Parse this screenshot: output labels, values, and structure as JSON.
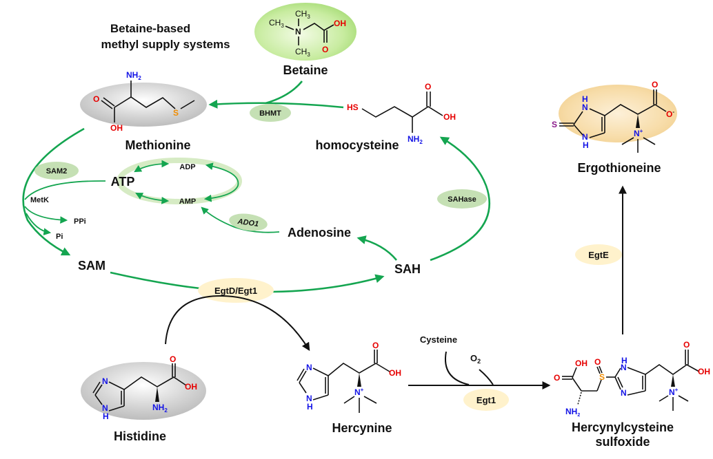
{
  "title": {
    "line1": "Betaine-based",
    "line2": "methyl  supply systems"
  },
  "compounds": {
    "betaine": "Betaine",
    "methionine": "Methionine",
    "homocysteine": "homocysteine",
    "sam": "SAM",
    "sah": "SAH",
    "adenosine": "Adenosine",
    "atp": "ATP",
    "adp": "ADP",
    "amp": "AMP",
    "ppi": "PPi",
    "pi": "Pi",
    "histidine": "Histidine",
    "hercynine": "Hercynine",
    "cysteine": "Cysteine",
    "o2": "O",
    "o2_sub": "2",
    "hercynylcysteine_line1": "Hercynylcysteine",
    "hercynylcysteine_line2": "sulfoxide",
    "ergothioneine": "Ergothioneine"
  },
  "enzymes": {
    "bhmt": "BHMT",
    "sam2": "SAM2",
    "metk": "MetK",
    "ado1": "ADO1",
    "sahase": "SAHase",
    "egtd_egt1": "EgtD/Egt1",
    "egt1": "Egt1",
    "egte": "EgtE"
  },
  "atoms": {
    "nh2": "NH",
    "sub2": "2",
    "oh": "OH",
    "o": "O",
    "s": "S",
    "hs": "HS",
    "n": "N",
    "h": "H",
    "ch3": "CH",
    "sub3": "3",
    "plus": "+",
    "minus": "-"
  },
  "colors": {
    "pathway_green": "#14a550",
    "enzyme_green_fill": "#c5e0b4",
    "enzyme_yellow_fill": "#fff2cc",
    "nitrogen": "#1414e6",
    "oxygen": "#e60000",
    "sulfur": "#f08c00"
  }
}
